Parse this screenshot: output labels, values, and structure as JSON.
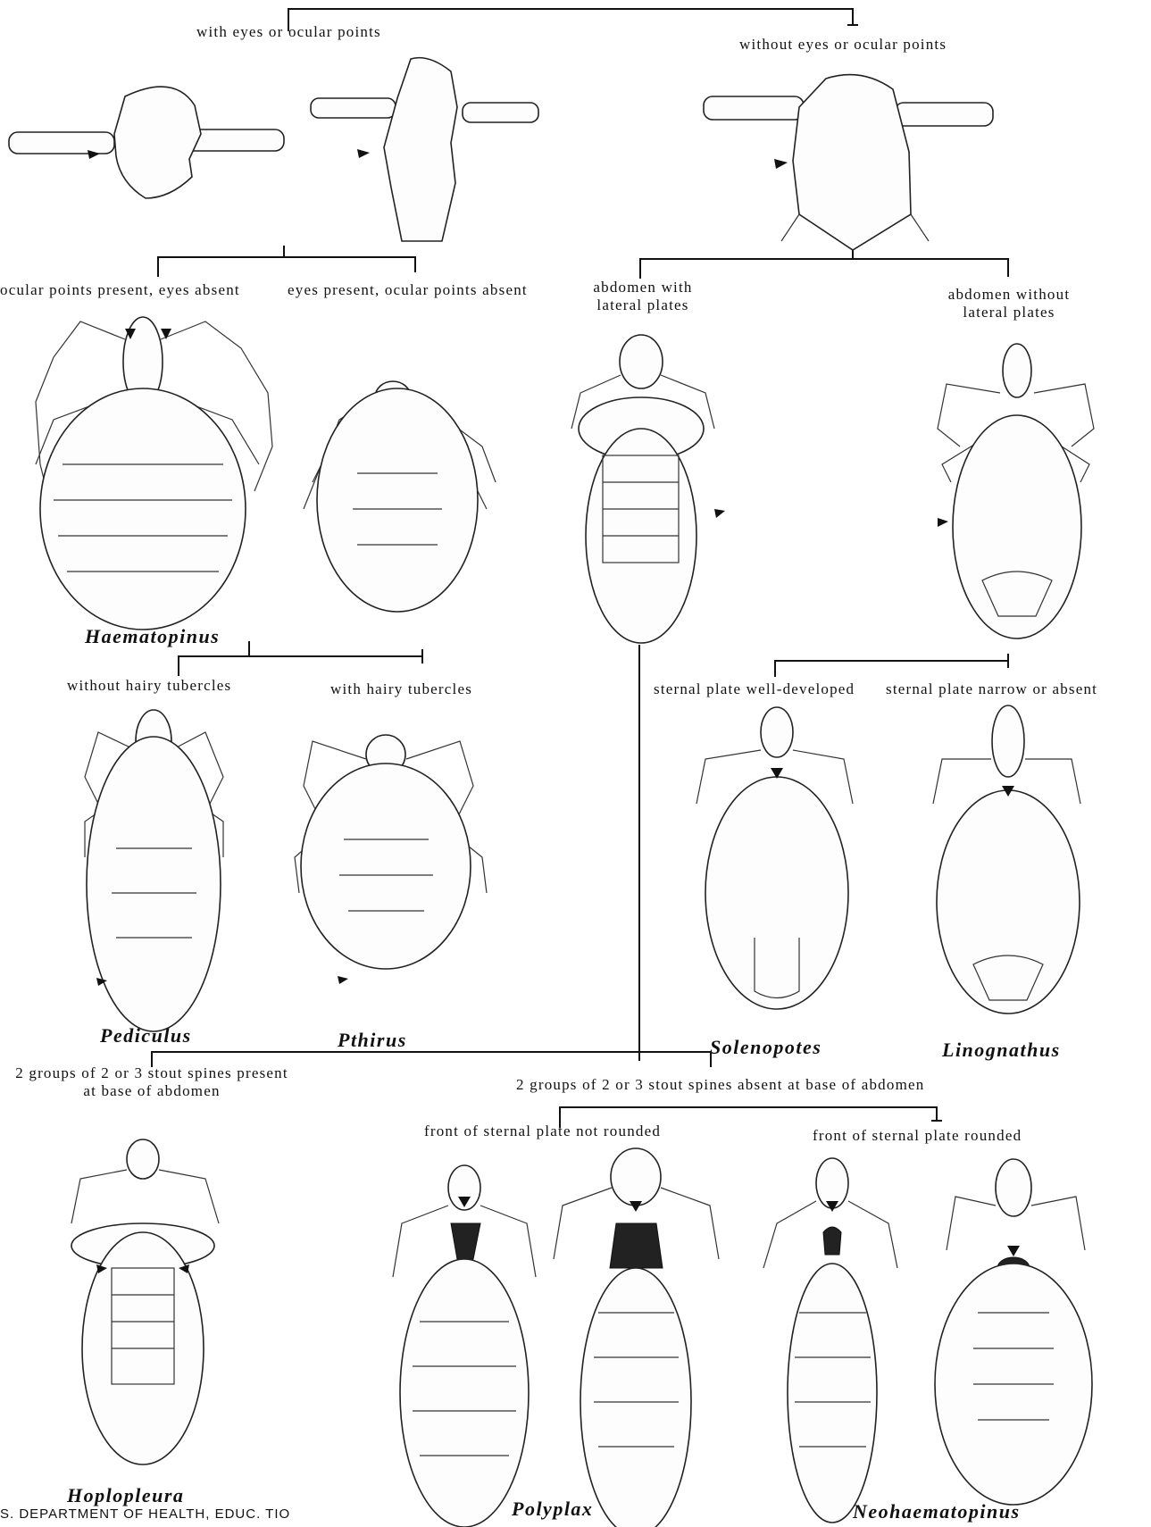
{
  "key": {
    "root": {
      "left_label": "with eyes or ocular points",
      "right_label": "without eyes or ocular points"
    },
    "eyes_branch": {
      "left_label": "ocular points present, eyes absent",
      "right_label": "eyes present, ocular points absent"
    },
    "abdomen_branch": {
      "left_label": "abdomen with lateral plates",
      "right_label": "abdomen without lateral plates"
    },
    "tubercle_branch": {
      "left_label": "without hairy tubercles",
      "right_label": "with hairy tubercles"
    },
    "sternal_branch": {
      "left_label": "sternal plate well-developed",
      "right_label": "sternal plate narrow or absent"
    },
    "spine_branch": {
      "left_label": "2 groups of 2 or 3 stout spines present at base of abdomen",
      "right_label": "2 groups of 2 or 3 stout spines absent at base of abdomen"
    },
    "sternal_front_branch": {
      "left_label": "front of sternal plate not rounded",
      "right_label": "front of sternal plate rounded"
    }
  },
  "genera": {
    "haematopinus": "Haematopinus",
    "pediculus": "Pediculus",
    "pthirus": "Pthirus",
    "solenopotes": "Solenopotes",
    "linognathus": "Linognathus",
    "hoplopleura": "Hoplopleura",
    "polyplax": "Polyplax",
    "neohaematopinus": "Neohaematopinus"
  },
  "credit": "S. DEPARTMENT OF HEALTH, EDUC. TIO"
}
